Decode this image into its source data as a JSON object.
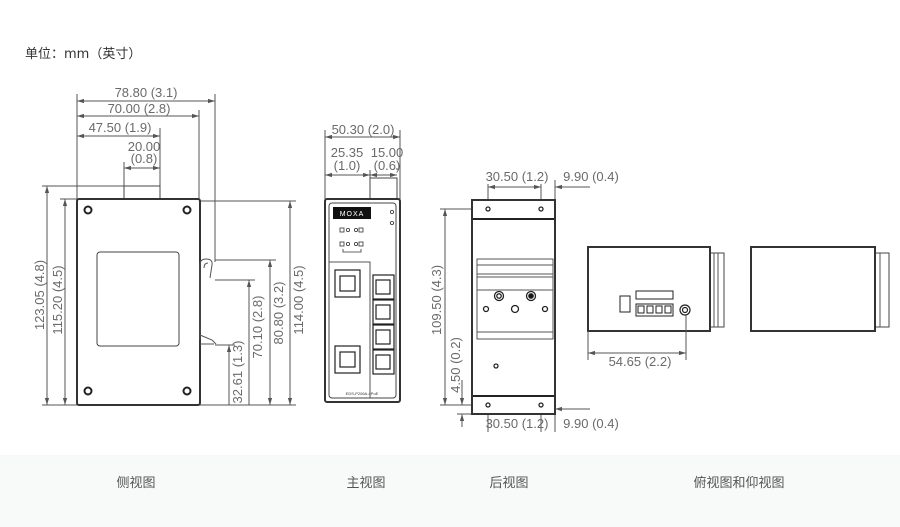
{
  "unit_label": "单位：mm（英寸）",
  "side_view": {
    "caption": "侧视图",
    "dims": {
      "width_total": "78.80 (3.1)",
      "width_body": "70.00 (2.8)",
      "connector_offset": "47.50 (1.9)",
      "connector_width_mm": "20.00",
      "connector_width_in": "(0.8)",
      "height_total": "123.05 (4.8)",
      "height_body": "115.20 (4.5)",
      "height_right": "114.00 (4.5)",
      "din_top": "80.80 (3.2)",
      "din_mid": "70.10 (2.8)",
      "din_bottom": "32.61 (1.3)"
    }
  },
  "front_view": {
    "caption": "主视图",
    "brand": "MOXA",
    "model": "EDS-P206A-4PoE",
    "dims": {
      "width": "50.30 (2.0)",
      "left_mm": "25.35",
      "left_in": "(1.0)",
      "conn_mm": "15.00",
      "conn_in": "(0.6)"
    }
  },
  "back_view": {
    "caption": "后视图",
    "dims": {
      "top_hole_spacing": "30.50 (1.2)",
      "top_offset": "9.90 (0.4)",
      "bottom_hole_spacing": "30.50 (1.2)",
      "bottom_offset": "9.90 (0.4)",
      "height": "109.50 (4.3)",
      "bottom_margin": "4.50 (0.2)"
    }
  },
  "top_bottom_view": {
    "caption": "俯视图和仰视图",
    "dims": {
      "ground_offset": "54.65 (2.2)"
    }
  }
}
